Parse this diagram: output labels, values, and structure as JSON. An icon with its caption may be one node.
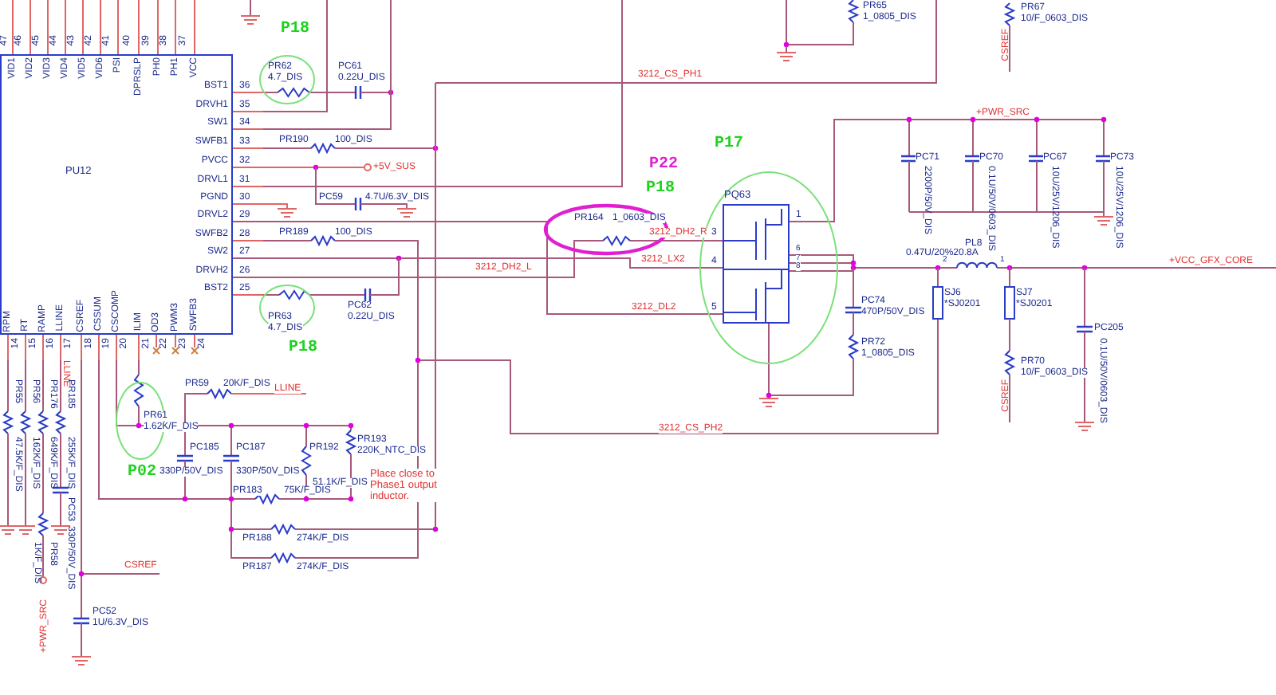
{
  "diagram": {
    "nodes": [
      {
        "text": [
          "PU12"
        ]
      },
      {
        "text": [
          "PQ63"
        ]
      }
    ],
    "edges": [
      {
        "from": 0,
        "to": 1,
        "arrow": "none",
        "label": "3212_LX2"
      },
      {
        "from": 0,
        "to": 1,
        "arrow": "none",
        "label": "3212_DL2"
      },
      {
        "from": 0,
        "to": 1,
        "arrow": "none",
        "label": "3212_DH2_L"
      }
    ],
    "labels": [
      "VID1",
      "VID2",
      "VID3",
      "VID4",
      "VID5",
      "VID6",
      "PSI",
      "DPRSLP",
      "PH0",
      "PH1",
      "VCC",
      "47",
      "46",
      "45",
      "44",
      "43",
      "42",
      "41",
      "40",
      "39",
      "38",
      "37",
      "P18",
      "PR62",
      "4.7_DIS",
      "PC61",
      "0.22U_DIS",
      "3212_CS_PH1",
      "BST1",
      "DRVH1",
      "SW1",
      "SWFB1",
      "PVCC",
      "DRVL1",
      "PGND",
      "DRVL2",
      "SWFB2",
      "SW2",
      "DRVH2",
      "BST2",
      "36",
      "35",
      "34",
      "33",
      "32",
      "31",
      "30",
      "29",
      "28",
      "27",
      "26",
      "25",
      "PR190",
      "100_DIS",
      "+5V_SUS",
      "PC59",
      "4.7U/6.3V_DIS",
      "PR189",
      "100_DIS",
      "PR63",
      "4.7_DIS",
      "PC62",
      "0.22U_DIS",
      "P18",
      "P22",
      "P18",
      "PR164",
      "1_0603_DIS",
      "3212_DH2_R",
      "P17",
      "3",
      "4",
      "5",
      "1",
      "6",
      "7",
      "8",
      "PR65",
      "1_0805_DIS",
      "PR67",
      "10/F_0603_DIS",
      "CSREF",
      "+PWR_SRC",
      "PC71",
      "2200P/50V_DIS",
      "PC70",
      "0.1U/50V/0603_DIS",
      "PC67",
      "10U/25V/1206_DIS",
      "PC73",
      "10U/25V/1206_DIS",
      "PL8",
      "0.47U/20%20.8A",
      "2",
      "1",
      "+VCC_GFX_CORE",
      "PC74",
      "470P/50V_DIS",
      "SJ6",
      "*SJ0201",
      "SJ7",
      "*SJ0201",
      "PC205",
      "0.1U/50V/0603_DIS",
      "PR72",
      "1_0805_DIS",
      "PR70",
      "10/F_0603_DIS",
      "CSREF",
      "3212_CS_PH2",
      "RPM",
      "RT",
      "RAMP",
      "LLINE",
      "CSREF",
      "CSSUM",
      "CSCOMP",
      "ILIM",
      "OD3",
      "PWM3",
      "SWFB3",
      "14",
      "15",
      "16",
      "17",
      "18",
      "19",
      "20",
      "21",
      "22",
      "23",
      "24",
      "PR55",
      "47.5K/F_DIS",
      "PR56",
      "162K/F_DIS",
      "PR176",
      "649K/F_DIS",
      "LLINE",
      "PR185",
      "255K/F_DIS",
      "PC53",
      "330P/50V_DIS",
      "PR58",
      "1K/F_DIS",
      "+PWR_SRC",
      "PR59",
      "20K/F_DIS",
      "LLINE",
      "PR61",
      "1.62K/F_DIS",
      "P02",
      "PC185",
      "330P/50V_DIS",
      "PC187",
      "330P/50V_DIS",
      "PR192",
      "51.1K/F_DIS",
      "PR193",
      "220K_NTC_DIS",
      "Place close to Phase1 output inductor.",
      "PR183",
      "75K/F_DIS",
      "PR188",
      "274K/F_DIS",
      "CSREF",
      "PR187",
      "274K/F_DIS",
      "PC52",
      "1U/6.3V_DIS"
    ]
  }
}
